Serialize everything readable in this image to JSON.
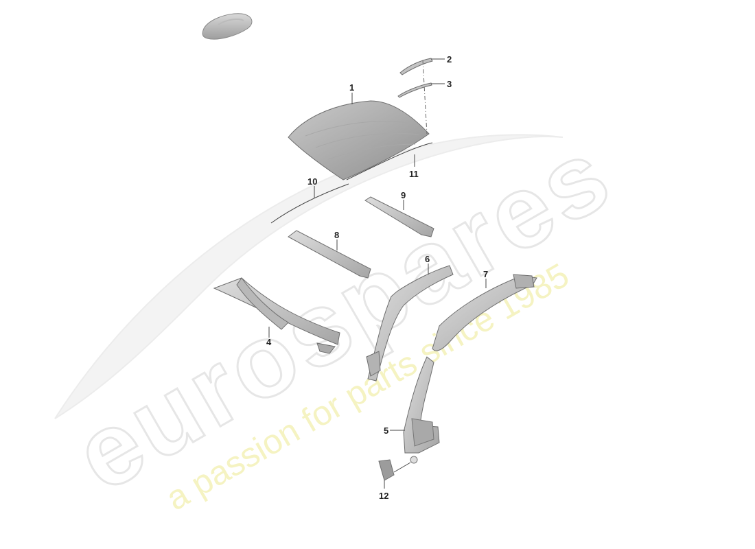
{
  "watermark": {
    "brand": "eurospares",
    "tagline": "a passion for parts since 1985"
  },
  "callouts": [
    "1",
    "2",
    "3",
    "4",
    "5",
    "6",
    "7",
    "8",
    "9",
    "10",
    "11",
    "12"
  ],
  "colors": {
    "part_fill": "#cfcfcf",
    "part_dark": "#9a9a9a",
    "line": "#444444",
    "watermark_outline": "#e6e6e6",
    "tagline": "#f4f1b8"
  },
  "icons": [
    "car-thumbnail-icon"
  ]
}
